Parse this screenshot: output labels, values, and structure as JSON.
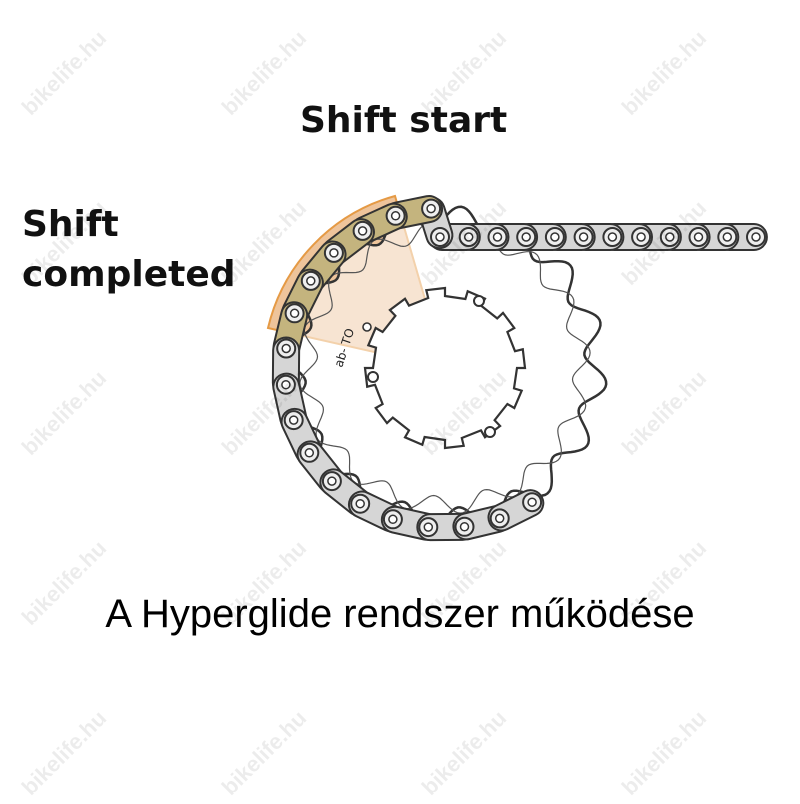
{
  "labels": {
    "shift_start": "Shift start",
    "shift_completed_line1": "Shift",
    "shift_completed_line2": "completed",
    "caption": "A Hyperglide rendszer működése"
  },
  "cog_marking": "ab- TO",
  "watermark": "bikelife.hu",
  "colors": {
    "shift_zone_fill": "#e8b07a",
    "shift_zone_light": "#f4e7bd",
    "shift_zone_edge": "#e59a45",
    "chain_plate": "#d6d6d6",
    "chain_plate_highlight": "#c4b47e",
    "outline": "#333333"
  }
}
